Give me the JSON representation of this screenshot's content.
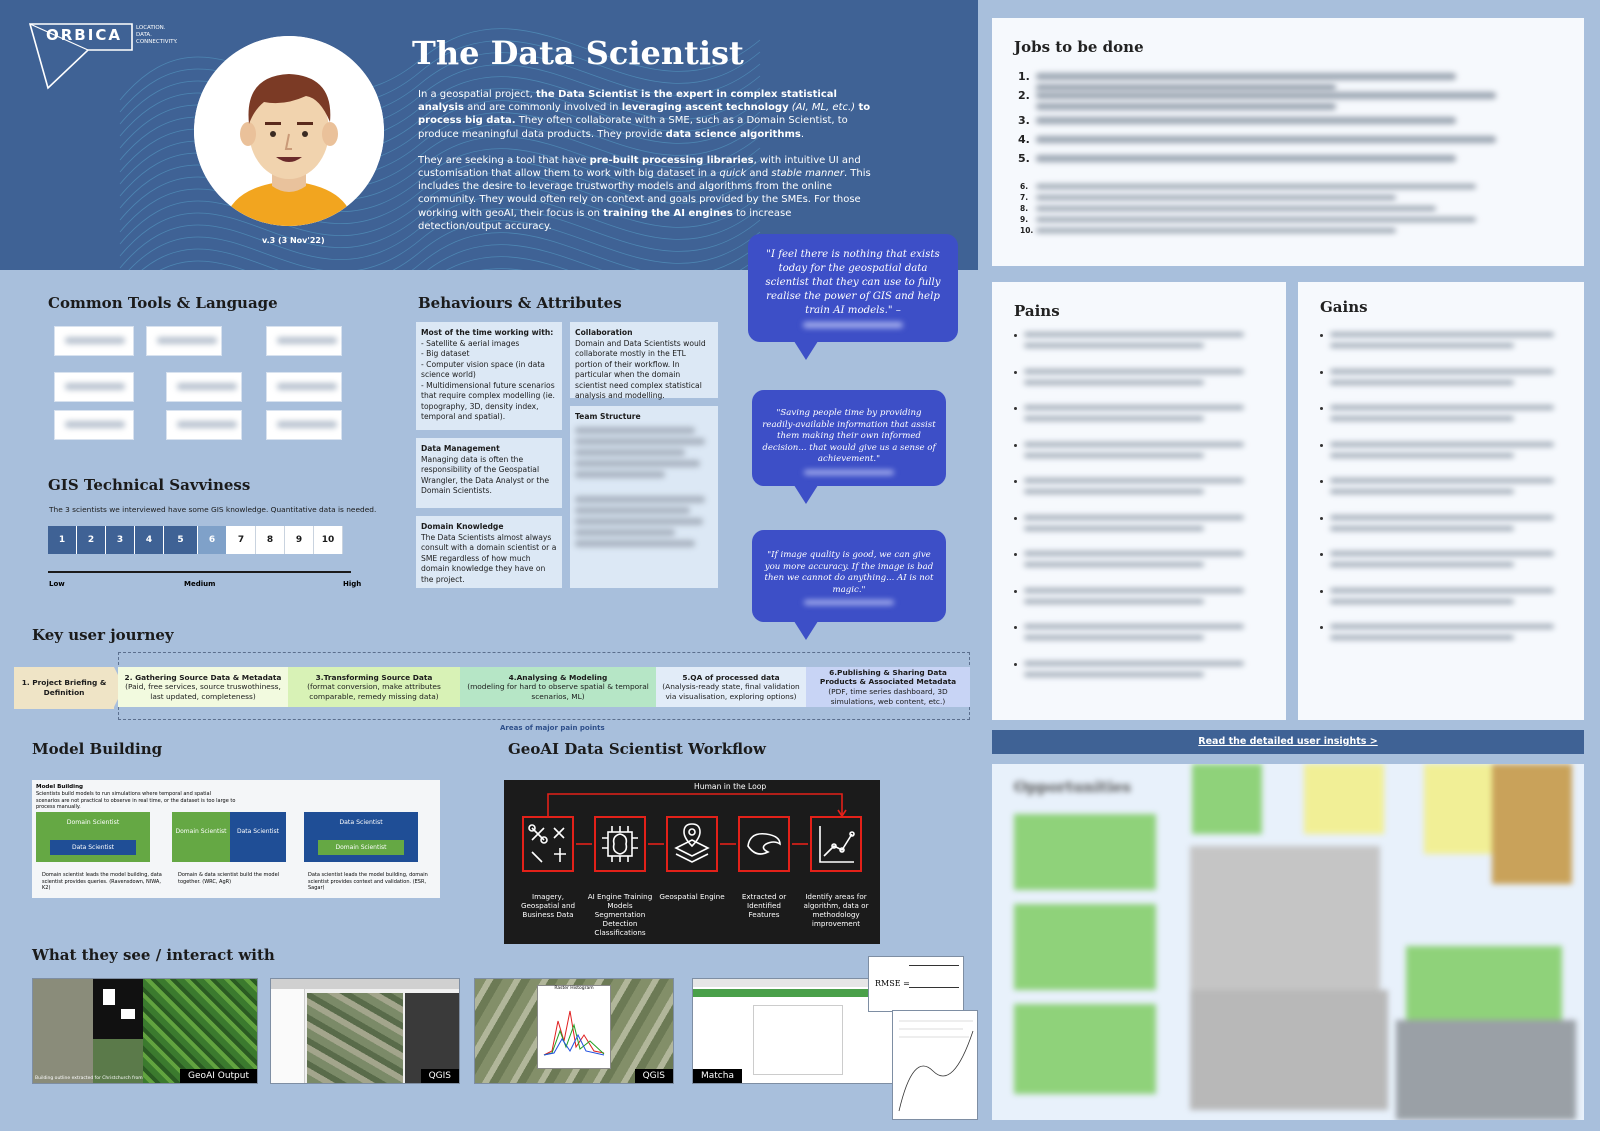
{
  "header": {
    "logo_text": "ORBICA",
    "logo_tagline": [
      "LOCATION.",
      "DATA.",
      "CONNECTIVITY."
    ],
    "title": "The Data Scientist",
    "version": "v.3  (3 Nov'22)",
    "intro_p1": [
      {
        "t": "In a geospatial project, "
      },
      {
        "t": "the Data Scientist is the expert in complex statistical analysis",
        "b": true
      },
      {
        "t": " and are commonly involved in "
      },
      {
        "t": "leveraging ascent technology",
        "b": true
      },
      {
        "t": " (AI, ML, etc.)",
        "i": true
      },
      {
        "t": " to process big data.",
        "b": true
      },
      {
        "t": " They often collaborate with a SME, such as a Domain Scientist, to produce meaningful data products. They provide "
      },
      {
        "t": "data science algorithms",
        "b": true
      },
      {
        "t": "."
      }
    ],
    "intro_p2": [
      {
        "t": "They are seeking a tool that have "
      },
      {
        "t": "pre-built processing libraries",
        "b": true
      },
      {
        "t": ", with intuitive UI and customisation that allow them to work with big dataset in a "
      },
      {
        "t": "quick",
        "i": true
      },
      {
        "t": " and "
      },
      {
        "t": "stable manner",
        "i": true
      },
      {
        "t": ". This includes the desire to leverage trustworthy models and algorithms from the online community. They would often rely on context and goals provided by the SMEs. For those working with geoAI, their focus is on "
      },
      {
        "t": "training the AI engines",
        "b": true
      },
      {
        "t": " to increase detection/output accuracy."
      }
    ]
  },
  "jobs": {
    "title": "Jobs to be done",
    "numbers": [
      "1.",
      "2.",
      "3.",
      "4.",
      "5.",
      "6.",
      "7.",
      "8.",
      "9.",
      "10."
    ]
  },
  "pains": {
    "title": "Pains"
  },
  "gains": {
    "title": "Gains"
  },
  "insights_link": "Read the detailed user insights >",
  "opportunities": {
    "title": "Opportunities"
  },
  "tools": {
    "title": "Common Tools & Language"
  },
  "savviness": {
    "title": "GIS Technical Savviness",
    "subtitle": "The 3 scientists we interviewed have some GIS knowledge. Quantitative data is needed.",
    "levels": [
      "1",
      "2",
      "3",
      "4",
      "5",
      "6",
      "7",
      "8",
      "9",
      "10"
    ],
    "filled_through": 5,
    "label_low": "Low",
    "label_medium": "Medium",
    "label_high": "High"
  },
  "behaviours": {
    "title": "Behaviours & Attributes",
    "working_with_title": "Most of the time working with:",
    "working_with_items": [
      "- Satellite & aerial images",
      "- Big dataset",
      "- Computer vision space (in data science world)",
      "- Multidimensional future scenarios that require complex modelling (ie. topography, 3D, density index, temporal and spatial)."
    ],
    "data_mgmt_title": "Data Management",
    "data_mgmt_text": "Managing data is often the responsibility of the Geospatial Wrangler, the Data Analyst or the Domain Scientists.",
    "domain_title": "Domain Knowledge",
    "domain_text": "The Data Scientists almost always consult with a domain scientist or a SME regardless of how much domain knowledge they have on the project.",
    "collab_title": "Collaboration",
    "collab_text": "Domain and Data Scientists would collaborate mostly in the ETL portion of their workflow. In particular when the domain scientist need complex statistical analysis and modelling.",
    "team_title": "Team Structure"
  },
  "quotes": [
    {
      "text": "\"I feel there is nothing that exists today for the geospatial data scientist that they can use to fully realise the power of GIS and help train AI models.\" –"
    },
    {
      "text": "\"Saving people time by providing readily-available information that assist them making  their own informed decision... that would give us a sense of achievement.\""
    },
    {
      "text": "\"If image quality is good, we can give you more accuracy. If the image is bad then we cannot do anything... AI is not magic.\""
    }
  ],
  "journey": {
    "title": "Key user journey",
    "steps": [
      {
        "title": "1. Project Briefing & Definition",
        "desc": "",
        "color": "#efe4c6"
      },
      {
        "title": "2. Gathering Source Data & Metadata",
        "desc": "(Paid, free services, source truswothiness, last updated, completeness)",
        "color": "#f2fadf"
      },
      {
        "title": "3.Transforming Source Data",
        "desc": "(format conversion, make attributes comparable, remedy missing data)",
        "color": "#d8f2b6"
      },
      {
        "title": "4.Analysing & Modeling",
        "desc": "(modeling for hard to observe spatial & temporal scenarios, ML)",
        "color": "#b6e6c6"
      },
      {
        "title": "5.QA of processed data",
        "desc": "(Analysis-ready state, final validation via visualisation, exploring options)",
        "color": "#e2ecf8"
      },
      {
        "title": "6.Publishing & Sharing Data Products & Associated Metadata",
        "desc": "(PDF, time series dashboard, 3D simulations, web content, etc.)",
        "color": "#c8d4f5"
      }
    ],
    "pain_note": "Areas of major pain points"
  },
  "model": {
    "title": "Model Building",
    "inner_title": "Model Building",
    "inner_desc": "Scientists build models to run simulations where temporal and spatial scenarios are not practical to observe in real time, or the dataset is too large to process manually.",
    "domain_scientist": "Domain Scientist",
    "data_scientist": "Data Scientist",
    "cap1": "Domain scientist leads the model building, data scientist provides queries. (Ravensdown, NIWA, K2)",
    "cap2": "Domain & data scientist build the model together. (WRC, AgR)",
    "cap3": "Data scientist leads the model building, domain scientist provides context and validation. (ESR, Sagar)"
  },
  "workflow": {
    "title": "GeoAI Data Scientist Workflow",
    "loop_label": "Human in the Loop",
    "steps": [
      {
        "label": "Imagery, Geospatial and Business Data",
        "icon": "drone-icon"
      },
      {
        "label": "AI Engine Training Models Segmentation Detection Classifications",
        "icon": "brain-chip-icon"
      },
      {
        "label": "Geospatial Engine",
        "icon": "layers-pin-icon"
      },
      {
        "label": "Extracted or Identified Features",
        "icon": "map-shape-icon"
      },
      {
        "label": "Identify areas for algorithm, data or methodology improvement",
        "icon": "chart-line-icon"
      }
    ]
  },
  "interact": {
    "title": "What they see / interact with",
    "shots": [
      {
        "label": "GeoAI Output",
        "caption": "Building outline extracted for Christchurch from"
      },
      {
        "label": "QGIS",
        "caption": ""
      },
      {
        "label": "QGIS",
        "caption": "Raster Histogram"
      },
      {
        "label": "Matcha",
        "caption": ""
      }
    ],
    "formula": "RMSE ="
  },
  "colors": {
    "header_bg": "#3f6295",
    "page_bg": "#a8bfdc",
    "quote_bg": "#3d4fc7",
    "scale_dark": "#3f6295",
    "scale_light": "#7fa1c9",
    "workflow_red": "#e32119"
  }
}
